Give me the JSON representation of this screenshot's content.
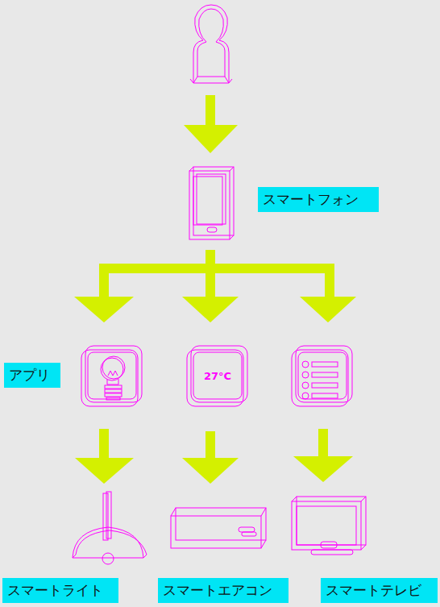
{
  "diagram": {
    "nodes": [
      {
        "text": [
          "スマートフォン"
        ]
      },
      {
        "text": [
          "アプリ"
        ]
      },
      {
        "text": [
          "スマートライト"
        ]
      },
      {
        "text": [
          "スマートエアコン"
        ]
      },
      {
        "text": [
          "スマートテレビ"
        ]
      }
    ],
    "labels": [
      "27°C"
    ]
  }
}
